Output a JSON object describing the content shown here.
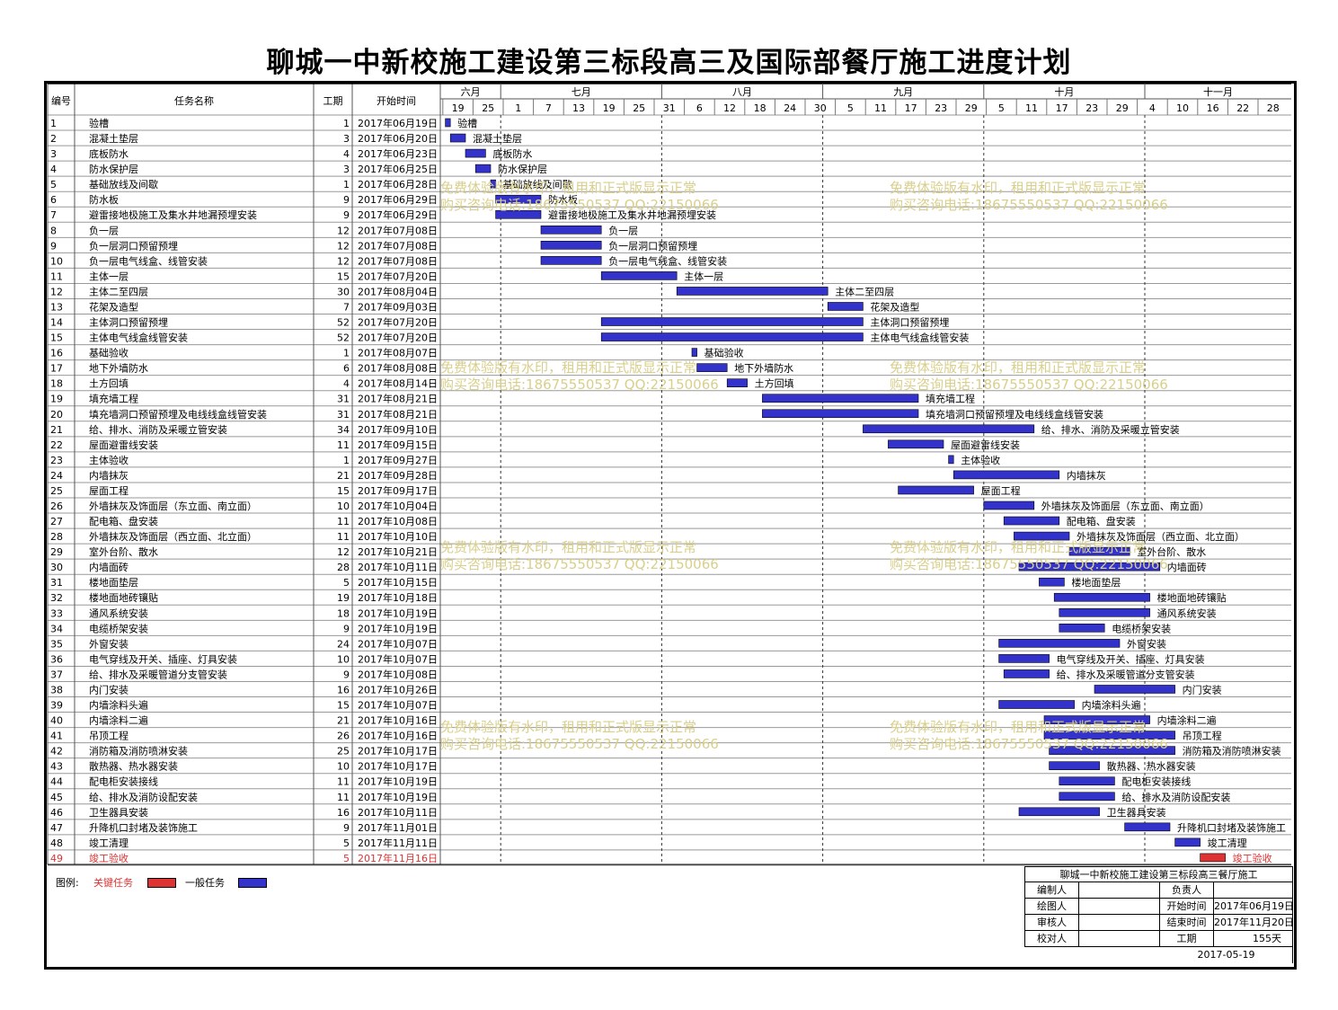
{
  "title": "聊城一中新校施工建设第三标段高三及国际部餐厅施工进度计划",
  "header": {
    "id": "编号",
    "name": "任务名称",
    "duration": "工期",
    "start": "开始时间"
  },
  "months": [
    {
      "label": "六月",
      "start": "2017-06-18"
    },
    {
      "label": "七月",
      "start": "2017-06-30"
    },
    {
      "label": "八月",
      "start": "2017-08-01"
    },
    {
      "label": "九月",
      "start": "2017-09-02"
    },
    {
      "label": "十月",
      "start": "2017-10-04"
    },
    {
      "label": "十一月",
      "start": "2017-11-05"
    }
  ],
  "day_ticks": [
    "19",
    "25",
    "1",
    "7",
    "13",
    "19",
    "25",
    "31",
    "6",
    "12",
    "18",
    "24",
    "30",
    "5",
    "11",
    "17",
    "23",
    "29",
    "5",
    "11",
    "17",
    "23",
    "29",
    "4",
    "10",
    "16",
    "22",
    "28"
  ],
  "colors": {
    "general": "#3333cc",
    "critical": "#dd3333",
    "watermark": "#d8cf8c"
  },
  "chart_data": {
    "type": "gantt",
    "x_unit": "date",
    "x_range": [
      "2017-06-18",
      "2017-11-29"
    ],
    "tasks": [
      {
        "id": "1",
        "name": "验槽",
        "duration": 1,
        "start": "2017年06月19日",
        "label": "验槽",
        "critical": false
      },
      {
        "id": "2",
        "name": "混凝土垫层",
        "duration": 3,
        "start": "2017年06月20日",
        "label": "混凝土垫层",
        "critical": false
      },
      {
        "id": "3",
        "name": "底板防水",
        "duration": 4,
        "start": "2017年06月23日",
        "label": "底板防水",
        "critical": false
      },
      {
        "id": "4",
        "name": "防水保护层",
        "duration": 3,
        "start": "2017年06月25日",
        "label": "防水保护层",
        "critical": false
      },
      {
        "id": "5",
        "name": "基础放线及间歇",
        "duration": 1,
        "start": "2017年06月28日",
        "label": "基础放线及间歇",
        "critical": false
      },
      {
        "id": "6",
        "name": "防水板",
        "duration": 9,
        "start": "2017年06月29日",
        "label": "防水板",
        "critical": false
      },
      {
        "id": "7",
        "name": "避雷接地极施工及集水井地漏预埋安装",
        "duration": 9,
        "start": "2017年06月29日",
        "label": "避雷接地极施工及集水井地漏预埋安装",
        "critical": false
      },
      {
        "id": "8",
        "name": "负一层",
        "duration": 12,
        "start": "2017年07月08日",
        "label": "负一层",
        "critical": false
      },
      {
        "id": "9",
        "name": "负一层洞口预留预埋",
        "duration": 12,
        "start": "2017年07月08日",
        "label": "负一层洞口预留预埋",
        "critical": false
      },
      {
        "id": "10",
        "name": "负一层电气线盒、线管安装",
        "duration": 12,
        "start": "2017年07月08日",
        "label": "负一层电气线盒、线管安装",
        "critical": false
      },
      {
        "id": "11",
        "name": "主体一层",
        "duration": 15,
        "start": "2017年07月20日",
        "label": "主体一层",
        "critical": false
      },
      {
        "id": "12",
        "name": "主体二至四层",
        "duration": 30,
        "start": "2017年08月04日",
        "label": "主体二至四层",
        "critical": false
      },
      {
        "id": "13",
        "name": "花架及造型",
        "duration": 7,
        "start": "2017年09月03日",
        "label": "花架及造型",
        "critical": false
      },
      {
        "id": "14",
        "name": "主体洞口预留预埋",
        "duration": 52,
        "start": "2017年07月20日",
        "label": "主体洞口预留预埋",
        "critical": false
      },
      {
        "id": "15",
        "name": "主体电气线盒线管安装",
        "duration": 52,
        "start": "2017年07月20日",
        "label": "主体电气线盒线管安装",
        "critical": false
      },
      {
        "id": "16",
        "name": "基础验收",
        "duration": 1,
        "start": "2017年08月07日",
        "label": "基础验收",
        "critical": false
      },
      {
        "id": "17",
        "name": "地下外墙防水",
        "duration": 6,
        "start": "2017年08月08日",
        "label": "地下外墙防水",
        "critical": false
      },
      {
        "id": "18",
        "name": "土方回填",
        "duration": 4,
        "start": "2017年08月14日",
        "label": "土方回填",
        "critical": false
      },
      {
        "id": "19",
        "name": "填充墙工程",
        "duration": 31,
        "start": "2017年08月21日",
        "label": "填充墙工程",
        "critical": false
      },
      {
        "id": "20",
        "name": "填充墙洞口预留预埋及电线线盒线管安装",
        "duration": 31,
        "start": "2017年08月21日",
        "label": "填充墙洞口预留预埋及电线线盒线管安装",
        "critical": false
      },
      {
        "id": "21",
        "name": "给、排水、消防及采暖立管安装",
        "duration": 34,
        "start": "2017年09月10日",
        "label": "给、排水、消防及采暖立管安装",
        "critical": false
      },
      {
        "id": "22",
        "name": "屋面避雷线安装",
        "duration": 11,
        "start": "2017年09月15日",
        "label": "屋面避雷线安装",
        "critical": false
      },
      {
        "id": "23",
        "name": "主体验收",
        "duration": 1,
        "start": "2017年09月27日",
        "label": "主体验收",
        "critical": false
      },
      {
        "id": "24",
        "name": "内墙抹灰",
        "duration": 21,
        "start": "2017年09月28日",
        "label": "内墙抹灰",
        "critical": false
      },
      {
        "id": "25",
        "name": "屋面工程",
        "duration": 15,
        "start": "2017年09月17日",
        "label": "屋面工程",
        "critical": false
      },
      {
        "id": "26",
        "name": "外墙抹灰及饰面层（东立面、南立面）",
        "duration": 10,
        "start": "2017年10月04日",
        "label": "外墙抹灰及饰面层（东立面、南立面）",
        "critical": false
      },
      {
        "id": "27",
        "name": "配电箱、盘安装",
        "duration": 11,
        "start": "2017年10月08日",
        "label": "配电箱、盘安装",
        "critical": false
      },
      {
        "id": "28",
        "name": "外墙抹灰及饰面层（西立面、北立面）",
        "duration": 11,
        "start": "2017年10月10日",
        "label": "外墙抹灰及饰面层（西立面、北立面）",
        "critical": false
      },
      {
        "id": "29",
        "name": "室外台阶、散水",
        "duration": 12,
        "start": "2017年10月21日",
        "label": "室外台阶、散水",
        "critical": false
      },
      {
        "id": "30",
        "name": "内墙面砖",
        "duration": 28,
        "start": "2017年10月11日",
        "label": "内墙面砖",
        "critical": false
      },
      {
        "id": "31",
        "name": "楼地面垫层",
        "duration": 5,
        "start": "2017年10月15日",
        "label": "楼地面垫层",
        "critical": false
      },
      {
        "id": "32",
        "name": "楼地面地砖镶贴",
        "duration": 19,
        "start": "2017年10月18日",
        "label": "楼地面地砖镶贴",
        "critical": false
      },
      {
        "id": "33",
        "name": "通风系统安装",
        "duration": 18,
        "start": "2017年10月19日",
        "label": "通风系统安装",
        "critical": false
      },
      {
        "id": "34",
        "name": "电缆桥架安装",
        "duration": 9,
        "start": "2017年10月19日",
        "label": "电缆桥架安装",
        "critical": false
      },
      {
        "id": "35",
        "name": "外窗安装",
        "duration": 24,
        "start": "2017年10月07日",
        "label": "外窗安装",
        "critical": false
      },
      {
        "id": "36",
        "name": "电气穿线及开关、插座、灯具安装",
        "duration": 10,
        "start": "2017年10月07日",
        "label": "电气穿线及开关、插座、灯具安装",
        "critical": false
      },
      {
        "id": "37",
        "name": "给、排水及采暖管道分支管安装",
        "duration": 9,
        "start": "2017年10月08日",
        "label": "给、排水及采暖管道分支管安装",
        "critical": false
      },
      {
        "id": "38",
        "name": "内门安装",
        "duration": 16,
        "start": "2017年10月26日",
        "label": "内门安装",
        "critical": false
      },
      {
        "id": "39",
        "name": "内墙涂料头遍",
        "duration": 15,
        "start": "2017年10月07日",
        "label": "内墙涂料头遍",
        "critical": false
      },
      {
        "id": "40",
        "name": "内墙涂料二遍",
        "duration": 21,
        "start": "2017年10月16日",
        "label": "内墙涂料二遍",
        "critical": false
      },
      {
        "id": "41",
        "name": "吊顶工程",
        "duration": 26,
        "start": "2017年10月16日",
        "label": "吊顶工程",
        "critical": false
      },
      {
        "id": "42",
        "name": "消防箱及消防喷淋安装",
        "duration": 25,
        "start": "2017年10月17日",
        "label": "消防箱及消防喷淋安装",
        "critical": false
      },
      {
        "id": "43",
        "name": "散热器、热水器安装",
        "duration": 10,
        "start": "2017年10月17日",
        "label": "散热器、热水器安装",
        "critical": false
      },
      {
        "id": "44",
        "name": "配电柜安装接线",
        "duration": 11,
        "start": "2017年10月19日",
        "label": "配电柜安装接线",
        "critical": false
      },
      {
        "id": "45",
        "name": "给、排水及消防设配安装",
        "duration": 11,
        "start": "2017年10月19日",
        "label": "给、排水及消防设配安装",
        "critical": false
      },
      {
        "id": "46",
        "name": "卫生器具安装",
        "duration": 16,
        "start": "2017年10月11日",
        "label": "卫生器具安装",
        "critical": false
      },
      {
        "id": "47",
        "name": "升降机口封堵及装饰施工",
        "duration": 9,
        "start": "2017年11月01日",
        "label": "升降机口封堵及装饰施工",
        "critical": false
      },
      {
        "id": "48",
        "name": "竣工清理",
        "duration": 5,
        "start": "2017年11月11日",
        "label": "竣工清理",
        "critical": false
      },
      {
        "id": "49",
        "name": "竣工验收",
        "duration": 5,
        "start": "2017年11月16日",
        "label": "竣工验收",
        "critical": true
      }
    ]
  },
  "watermark": {
    "line1": "免费体验版有水印，租用和正式版显示正常",
    "line2": "购买咨询电话:18675550537 QQ:22150066"
  },
  "legend": {
    "label": "图例:",
    "critical": "关键任务",
    "general": "一般任务"
  },
  "info": {
    "project": "聊城一中新校施工建设第三标段高三餐厅施工",
    "compiler_label": "编制人",
    "compiler": "",
    "responsible_label": "负责人",
    "responsible": "",
    "drawer_label": "绘图人",
    "drawer": "",
    "start_label": "开始时间",
    "start": "2017年06月19日",
    "reviewer_label": "审核人",
    "reviewer": "",
    "end_label": "结束时间",
    "end": "2017年11月20日",
    "checker_label": "校对人",
    "checker": "",
    "duration_label": "工期",
    "duration": "155天",
    "date": "2017-05-19"
  }
}
